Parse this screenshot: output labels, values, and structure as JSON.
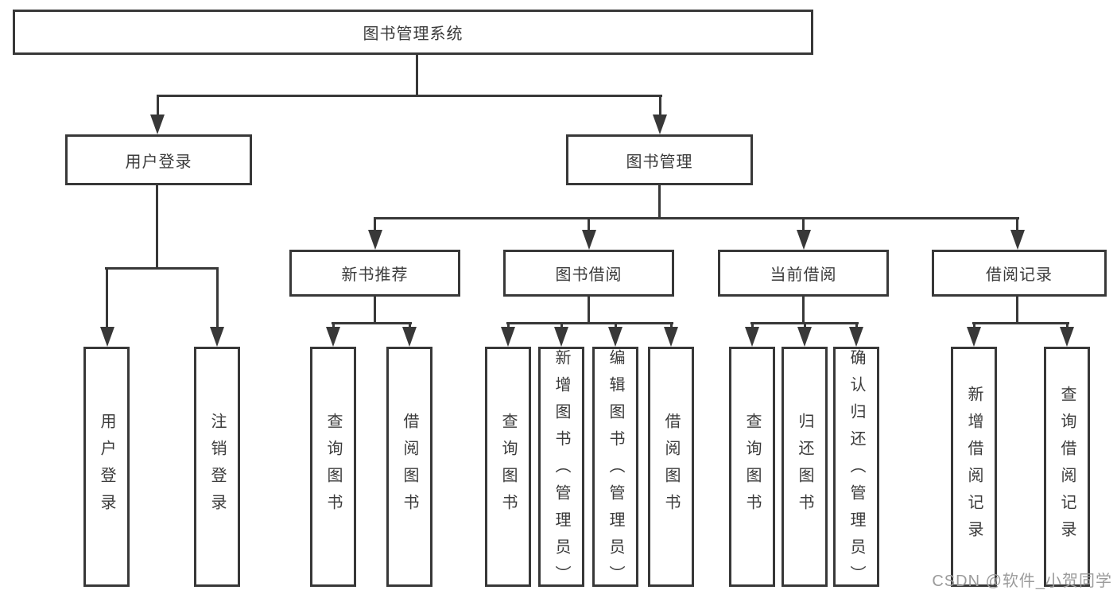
{
  "diagram": {
    "title": "图书管理系统",
    "root": {
      "label": "图书管理系统"
    },
    "branches": {
      "user_login": {
        "label": "用户登录",
        "children": [
          "用户登录",
          "注销登录"
        ]
      },
      "book_management": {
        "label": "图书管理",
        "sections": [
          {
            "label": "新书推荐",
            "children": [
              "查询图书",
              "借阅图书"
            ]
          },
          {
            "label": "图书借阅",
            "children": [
              "查询图书",
              "新增图书（管理员）",
              "编辑图书（管理员）",
              "借阅图书"
            ]
          },
          {
            "label": "当前借阅",
            "children": [
              "查询图书",
              "归还图书",
              "确认归还（管理员）"
            ]
          },
          {
            "label": "借阅记录",
            "children": [
              "新增借阅记录",
              "查询借阅记录"
            ]
          }
        ]
      }
    }
  },
  "watermark": {
    "text": "CSDN @软件_小贺同学"
  },
  "colors": {
    "line": "#383838",
    "text": "#3b3b3b",
    "watermark": "#9b9b9b",
    "background": "#ffffff"
  }
}
